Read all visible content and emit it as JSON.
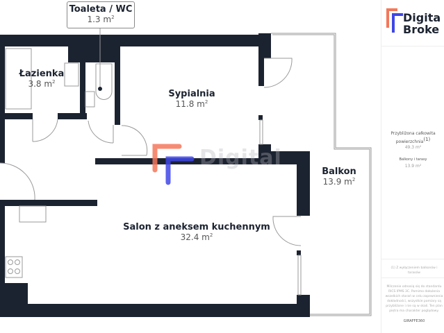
{
  "colors": {
    "wall": "#1c2330",
    "accent_orange": "#f4775a",
    "accent_blue": "#3f46e6"
  },
  "rooms": {
    "wc": {
      "name": "Toaleta / WC",
      "area": "1.3 m",
      "unit_sup": "2"
    },
    "bathroom": {
      "name": "Łazienka",
      "area": "3.8 m",
      "unit_sup": "2"
    },
    "bedroom": {
      "name": "Sypialnia",
      "area": "11.8 m",
      "unit_sup": "2"
    },
    "salon": {
      "name": "Salon z aneksem kuchennym",
      "area": "32.4 m",
      "unit_sup": "2"
    },
    "balcony": {
      "name": "Balkon",
      "area": "13.9 m",
      "unit_sup": "2"
    }
  },
  "watermark": "Digital",
  "panel": {
    "logo_line1": "Digita",
    "logo_line2": "Broke",
    "total_label": "Przybliżona całkowita powierzchnia",
    "total_sup": "(1)",
    "total_value": "49.3 m²",
    "balcony_label": "Balkony i tarasy",
    "balcony_value": "13.9 m²",
    "footnote": "(1) Z wyłączeniem balkonów i tarasów",
    "disclaimer": "Milczenie odnosią się do standardu RICS IPMS 3C. Pomimo dołożenia wszelkich starań w celu zapewnienia dokładności, wszystkie pomiary są przybliżone i nie są w skali. Ten plan piętra ma charakter poglądowy.",
    "brand": "GIRAFFE360"
  }
}
